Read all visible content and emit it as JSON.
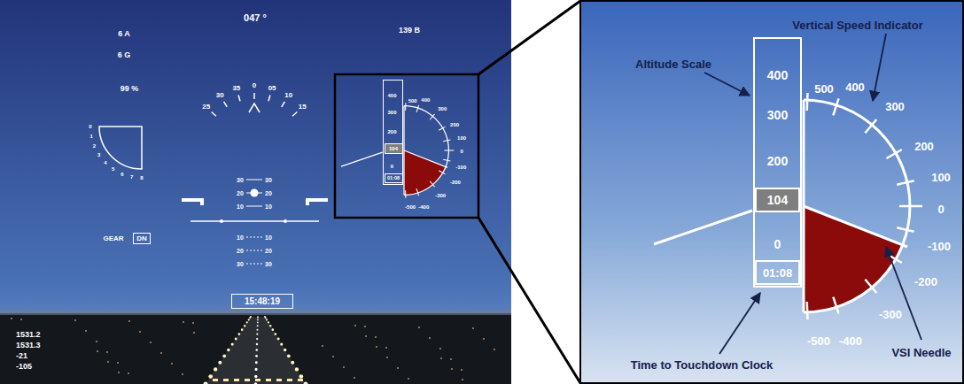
{
  "diagram": {
    "nodes": [
      {
        "text": [
          "DN"
        ]
      },
      {
        "text": [
          "15:48:19"
        ]
      },
      {
        "text": [
          "400",
          "300",
          "200",
          "0"
        ]
      },
      {
        "text": [
          "104"
        ],
        "in": 2
      },
      {
        "text": [
          "01:08"
        ],
        "in": 2
      },
      {
        "text": [
          "400",
          "300",
          "200",
          "0"
        ]
      },
      {
        "text": [
          "104"
        ],
        "in": 5
      },
      {
        "text": [
          "01:08"
        ],
        "in": 5
      }
    ],
    "labels": [
      "047 °",
      "6 A",
      "6 G",
      "99 %",
      "139 B",
      "25",
      "30",
      "35",
      "0",
      "05",
      "10",
      "15",
      "0",
      "1",
      "2",
      "3",
      "4",
      "5",
      "6",
      "7",
      "8",
      "30",
      "30",
      "20",
      "20",
      "10",
      "10",
      "10",
      "10",
      "20",
      "20",
      "30",
      "30",
      "GEAR",
      "1531.2",
      "1531.3",
      "-21",
      "-105",
      "500",
      "400",
      "300",
      "200",
      "100",
      "0",
      "-100",
      "-200",
      "-300",
      "-400",
      "-500",
      "500",
      "400",
      "300",
      "200",
      "100",
      "0",
      "-100",
      "-200",
      "-300",
      "-400",
      "-500",
      "Altitude Scale",
      "Vertical Speed Indicator",
      "Time to Touchdown Clock",
      "VSI Needle"
    ]
  }
}
